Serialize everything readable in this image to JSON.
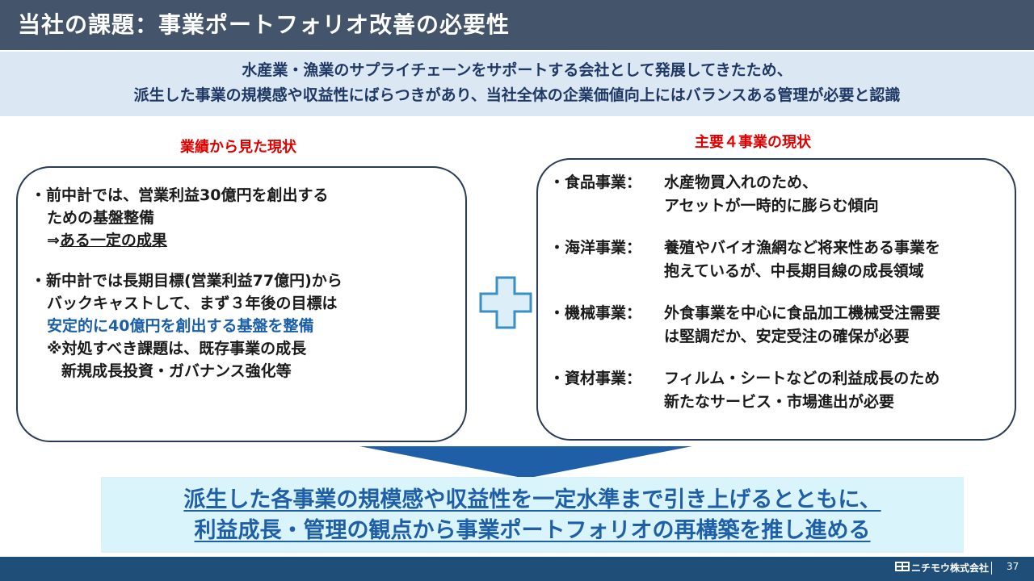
{
  "header": {
    "title": "当社の課題：事業ポートフォリオ改善の必要性"
  },
  "summary": {
    "line1": "水産業・漁業のサプライチェーンをサポートする会社として発展してきたため、",
    "line2": "派生した事業の規模感や収益性にばらつきがあり、当社全体の企業価値向上にはバランスある管理が必要と認識"
  },
  "left_section": {
    "heading": "業績から見た現状",
    "bullet1": {
      "line1": "・前中計では、営業利益30億円を創出する",
      "line2": "ための基盤整備",
      "line3_prefix": "⇒",
      "line3_underlined": "ある一定の成果"
    },
    "bullet2": {
      "line1": "・新中計では長期目標(営業利益77億円)から",
      "line2": "バックキャストして、まず３年後の目標は",
      "line3": "安定的に40億円を創出する基盤を整備",
      "line4": "※対処すべき課題は、既存事業の成長",
      "line5": "新規成長投資・ガバナンス強化等"
    }
  },
  "right_section": {
    "heading": "主要４事業の現状",
    "businesses": [
      {
        "name": "・食品事業：",
        "desc1": "水産物買入れのため、",
        "desc2": "アセットが一時的に膨らむ傾向"
      },
      {
        "name": "・海洋事業：",
        "desc1": "養殖やバイオ漁網など将来性ある事業を",
        "desc2": "抱えているが、中長期目線の成長領域"
      },
      {
        "name": "・機械事業：",
        "desc1": "外食事業を中心に食品加工機械受注需要",
        "desc2": "は堅調だか、安定受注の確保が必要"
      },
      {
        "name": "・資材事業：",
        "desc1": "フィルム・シートなどの利益成長のため",
        "desc2": "新たなサービス・市場進出が必要"
      }
    ]
  },
  "conclusion": {
    "line1": "派生した各事業の規模感や収益性を一定水準まで引き上げるとともに、",
    "line2": "利益成長・管理の観点から事業ポートフォリオの再構築を推し進める"
  },
  "footer": {
    "company": "ニチモウ株式会社",
    "page_number": "37"
  },
  "colors": {
    "title_bar": "#44546a",
    "summary_band": "#dbe7f3",
    "heading_red": "#e00000",
    "highlight_blue": "#1a5fa8",
    "plus_fill": "#dceef8",
    "plus_stroke": "#3a8fc4",
    "arrow": "#1f5fa8",
    "conclusion_band": "#d9f4fb",
    "footer_bar": "#1f4e79"
  },
  "icons": {
    "plus": "plus-icon",
    "arrow": "down-arrow-icon",
    "logo": "company-logo-icon"
  }
}
